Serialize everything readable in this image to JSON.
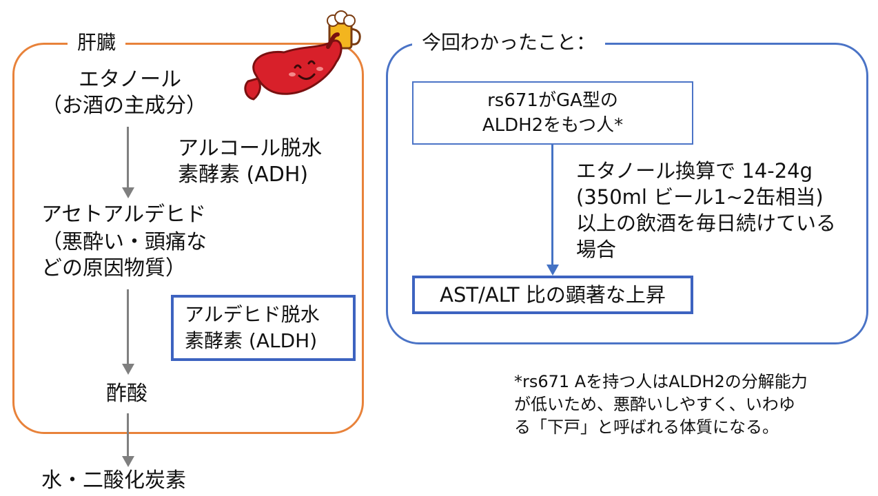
{
  "liver": {
    "title": "肝臓",
    "ethanol": "エタノール",
    "ethanol_note": "（お酒の主成分）",
    "adh_line1": "アルコール脱水",
    "adh_line2": "素酵素 (ADH)",
    "acetaldehyde": "アセトアルデヒド",
    "acetaldehyde_note1": "（悪酔い・頭痛な",
    "acetaldehyde_note2": "どの原因物質）",
    "aldh_line1": "アルデヒド脱水",
    "aldh_line2": "素酵素 (ALDH)",
    "acetic_acid": "酢酸",
    "end_products": "水・二酸化炭素"
  },
  "findings": {
    "title": "今回わかったこと：",
    "genotype_line1": "rs671がGA型の",
    "genotype_line2": "ALDH2をもつ人*",
    "condition_line1": "エタノール換算で 14-24g",
    "condition_line2": "(350ml ビール1~2缶相当)",
    "condition_line3": "以上の飲酒を毎日続けている",
    "condition_line4": "場合",
    "result": "AST/ALT 比の顕著な上昇"
  },
  "footnote": {
    "line1": "*rs671 Aを持つ人はALDH2の分解能力",
    "line2": "が低いため、悪酔いしやすく、いわゆ",
    "line3": "る「下戸」と呼ばれる体質になる。"
  },
  "colors": {
    "liver_frame": "#e8823a",
    "findings_frame": "#4a73c6",
    "enzyme_box": "#3d63c0",
    "arrow_gray": "#7f7f7f",
    "arrow_blue": "#4472c4",
    "liver_illustration": "#d8202a"
  },
  "icons": {
    "liver_mascot": "liver-character-with-beer-icon"
  }
}
